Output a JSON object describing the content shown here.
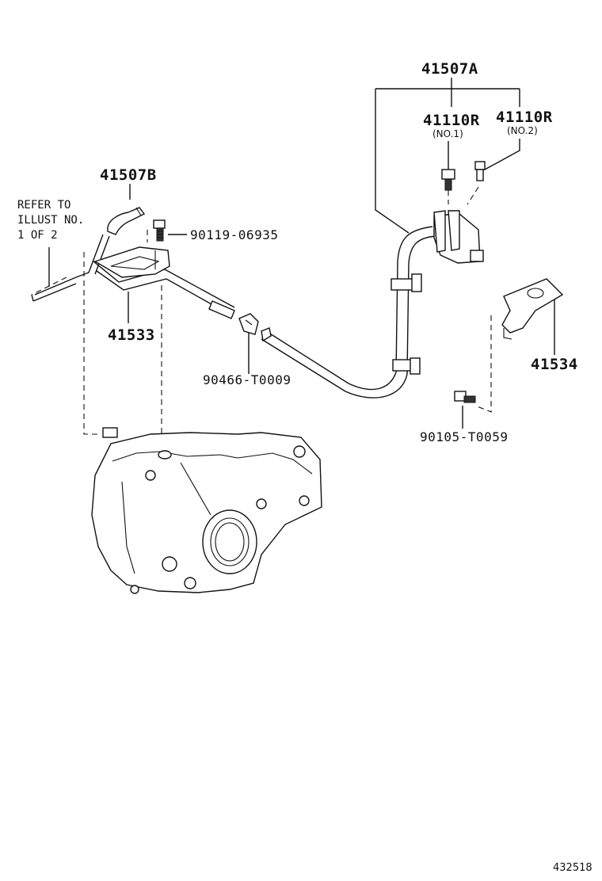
{
  "parts": {
    "p41507A": "41507A",
    "p41110R_1": "41110R",
    "p41110R_1_sub": "(NO.1)",
    "p41110R_2": "41110R",
    "p41110R_2_sub": "(NO.2)",
    "p41507B": "41507B",
    "p90119": "90119-06935",
    "p41533": "41533",
    "p90466": "90466-T0009",
    "p41534": "41534",
    "p90105": "90105-T0059"
  },
  "note": {
    "line1": "REFER TO",
    "line2": "ILLUST NO.",
    "line3": "1 OF 2"
  },
  "illustration_code": "432518"
}
